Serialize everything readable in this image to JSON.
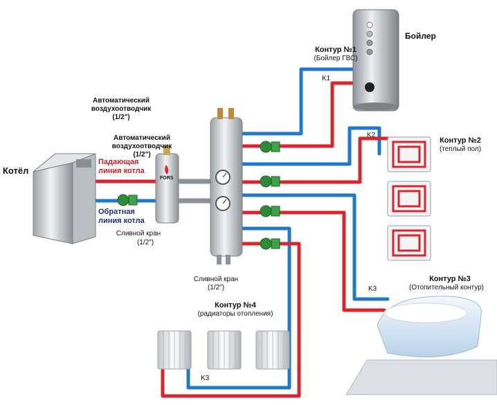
{
  "labels": {
    "boiler_tank": "Бойлер",
    "kotel": "Котёл",
    "supply_line_1": "Падающая",
    "supply_line_2": "линия котла",
    "return_line_1": "Обратная",
    "return_line_2": "линия котла",
    "air_vent_top_1": "Автоматический",
    "air_vent_top_2": "воздухоотводчик",
    "air_vent_top_3": "(1/2\")",
    "air_vent_mid_1": "Автоматический",
    "air_vent_mid_2": "воздухоотводчик",
    "air_vent_mid_3": "(1/2\")",
    "drain_left_1": "Сливной кран",
    "drain_left_2": "(1/2\")",
    "drain_mid_1": "Сливной кран",
    "drain_mid_2": "(1/2\")",
    "brand": "FORS"
  },
  "circuits": [
    {
      "title": "Контур №1",
      "subtitle": "(Бойлер ГВС)",
      "code": "K1"
    },
    {
      "title": "Контур №2",
      "subtitle": "(теплый пол)",
      "code": "K2"
    },
    {
      "title": "Контур №3",
      "subtitle": "(Отопительный контур)",
      "code": "K3"
    },
    {
      "title": "Контур №4",
      "subtitle": "(радиаторы отопления)",
      "code": "K3"
    }
  ],
  "colors": {
    "supply": "#d8262c",
    "return": "#1f78c8",
    "metal": "#c9cdd1",
    "pump": "#2e8b3a",
    "floor_coil": "#d8262c"
  }
}
